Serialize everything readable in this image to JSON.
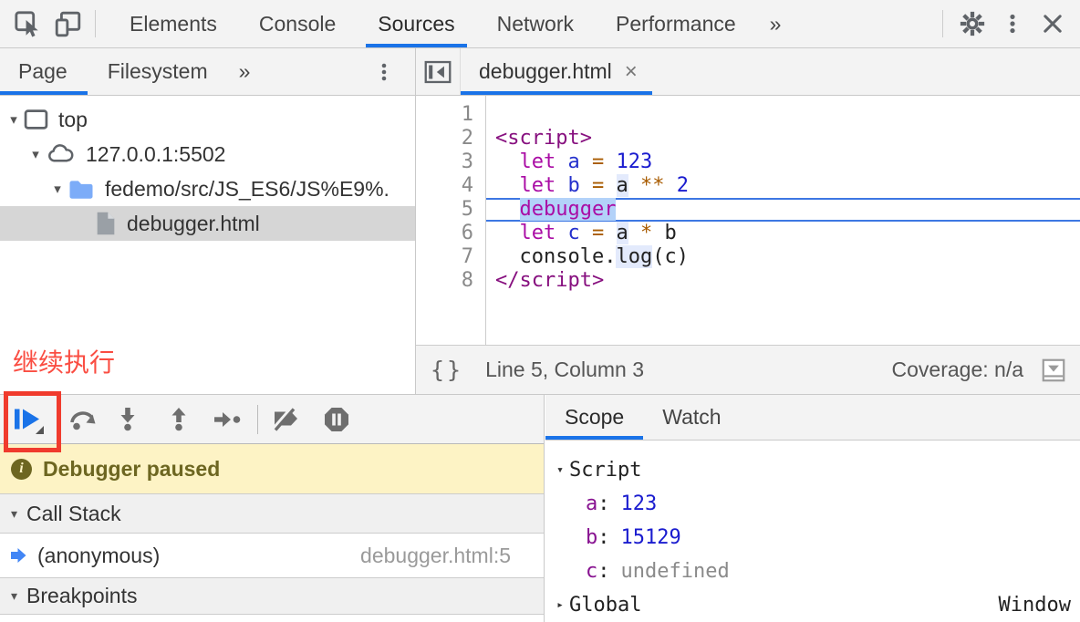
{
  "colors": {
    "accent": "#1a73e8",
    "annotation_red": "#f03b2d",
    "paused_bg": "#fdf3c5",
    "paused_text": "#6d6621",
    "selection_blue": "#b3d2f9",
    "exec_line_blue": "#3d77e3"
  },
  "main_toolbar": {
    "tabs": [
      {
        "label": "Elements"
      },
      {
        "label": "Console"
      },
      {
        "label": "Sources"
      },
      {
        "label": "Network"
      },
      {
        "label": "Performance"
      }
    ],
    "active_tab": "Sources",
    "overflow_label": "»",
    "close_label": "×"
  },
  "navigator": {
    "tabs": [
      {
        "label": "Page"
      },
      {
        "label": "Filesystem"
      }
    ],
    "active_tab": "Page",
    "overflow_label": "»",
    "tree": [
      {
        "label": "top",
        "type": "frame",
        "expanded": true
      },
      {
        "label": "127.0.0.1:5502",
        "type": "origin",
        "expanded": true
      },
      {
        "label": "fedemo/src/JS_ES6/JS%E9%.",
        "type": "folder",
        "expanded": true
      },
      {
        "label": "debugger.html",
        "type": "file",
        "selected": true
      }
    ],
    "arrow_down": "▾"
  },
  "editor": {
    "tab_title": "debugger.html",
    "tab_close": "×",
    "line_numbers": [
      "1",
      "2",
      "3",
      "4",
      "5",
      "6",
      "7",
      "8"
    ],
    "lines": [
      [],
      [
        {
          "t": "<script>"
        }
      ],
      [
        {
          "t": "  "
        },
        {
          "t": "let"
        },
        {
          "t": " "
        },
        {
          "t": "a"
        },
        {
          "t": " "
        },
        {
          "t": "="
        },
        {
          "t": " "
        },
        {
          "t": "123"
        }
      ],
      [
        {
          "t": "  "
        },
        {
          "t": "let"
        },
        {
          "t": " "
        },
        {
          "t": "b"
        },
        {
          "t": " "
        },
        {
          "t": "="
        },
        {
          "t": " "
        },
        {
          "t": "a"
        },
        {
          "t": " "
        },
        {
          "t": "**"
        },
        {
          "t": " "
        },
        {
          "t": "2"
        }
      ],
      [
        {
          "t": "  "
        },
        {
          "t": "debugger"
        }
      ],
      [
        {
          "t": "  "
        },
        {
          "t": "let"
        },
        {
          "t": " "
        },
        {
          "t": "c"
        },
        {
          "t": " "
        },
        {
          "t": "="
        },
        {
          "t": " "
        },
        {
          "t": "a"
        },
        {
          "t": " "
        },
        {
          "t": "*"
        },
        {
          "t": " "
        },
        {
          "t": "b"
        }
      ],
      [
        {
          "t": "  console."
        },
        {
          "t": "log"
        },
        {
          "t": "(c)"
        }
      ],
      [
        {
          "t": "</script>"
        }
      ]
    ],
    "status": {
      "braces": "{}",
      "position": "Line 5, Column 3",
      "coverage": "Coverage: n/a"
    }
  },
  "annotation": {
    "label": "继续执行"
  },
  "debug_pane": {
    "paused_message": "Debugger paused",
    "info_glyph": "i",
    "call_stack": {
      "title": "Call Stack",
      "arrow": "▾",
      "frames": [
        {
          "name": "(anonymous)",
          "location": "debugger.html:5"
        }
      ]
    },
    "breakpoints": {
      "title": "Breakpoints",
      "arrow": "▾"
    }
  },
  "scope_pane": {
    "tabs": [
      {
        "label": "Scope"
      },
      {
        "label": "Watch"
      }
    ],
    "active_tab": "Scope",
    "sep": ":",
    "sections": [
      {
        "name": "Script",
        "arrow": "▾",
        "vars": [
          {
            "name": "a",
            "value": "123"
          },
          {
            "name": "b",
            "value": "15129"
          },
          {
            "name": "c",
            "value": "undefined"
          }
        ]
      },
      {
        "name": "Global",
        "arrow": "▸",
        "value": "Window"
      }
    ]
  }
}
